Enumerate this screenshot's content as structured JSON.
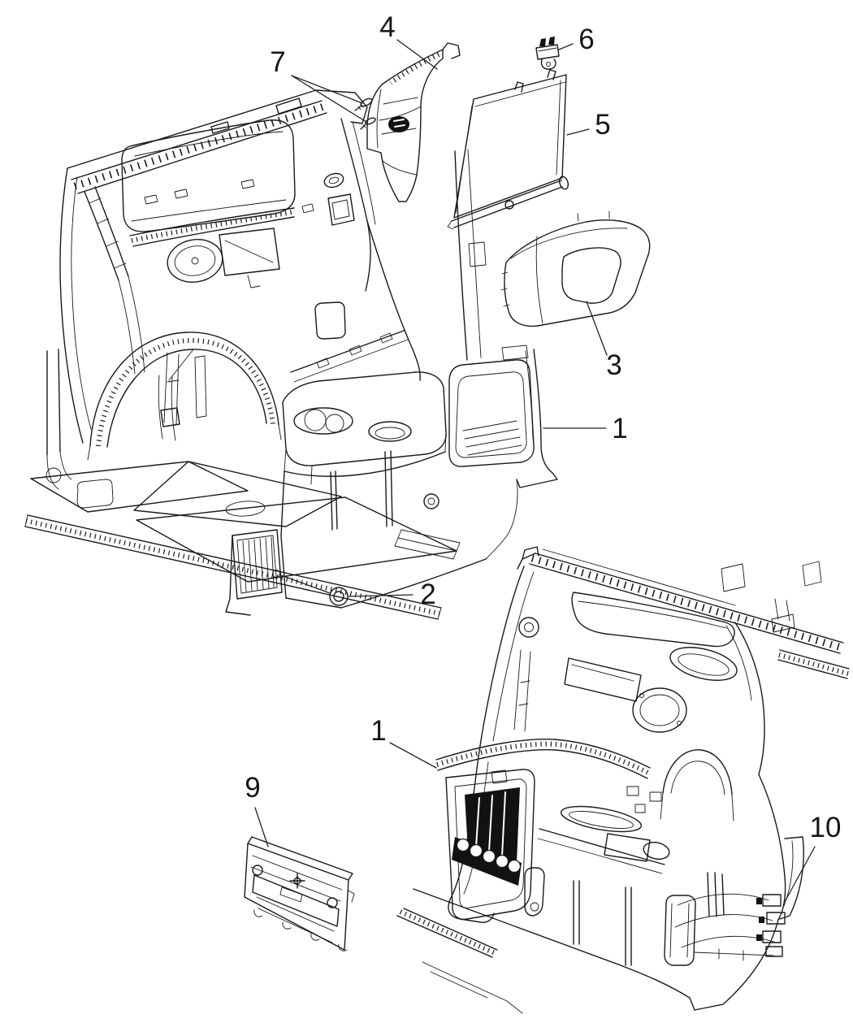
{
  "canvas": {
    "background": "#ffffff",
    "line_color": "#1a1a1a",
    "label_color": "#161616"
  },
  "callouts": [
    {
      "id": "callout-1-upper",
      "label": "1"
    },
    {
      "id": "callout-1-lower",
      "label": "1"
    },
    {
      "id": "callout-2",
      "label": "2"
    },
    {
      "id": "callout-3",
      "label": "3"
    },
    {
      "id": "callout-4",
      "label": "4"
    },
    {
      "id": "callout-5",
      "label": "5"
    },
    {
      "id": "callout-6",
      "label": "6"
    },
    {
      "id": "callout-7",
      "label": "7"
    },
    {
      "id": "callout-9",
      "label": "9"
    },
    {
      "id": "callout-10",
      "label": "10"
    }
  ]
}
